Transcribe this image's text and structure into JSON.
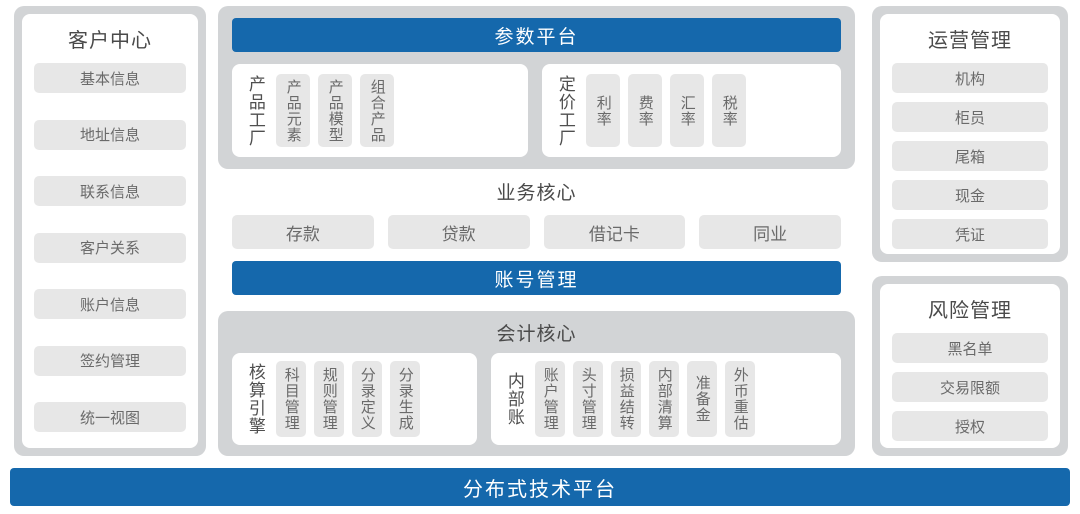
{
  "colors": {
    "accent_blue": "#1568ac",
    "shell_gray": "#d2d4d6",
    "chip_gray": "#e7e7e7",
    "text_gray": "#5c5c5c"
  },
  "left_panel": {
    "title": "客户中心",
    "items": [
      {
        "label": "基本信息"
      },
      {
        "label": "地址信息"
      },
      {
        "label": "联系信息"
      },
      {
        "label": "客户关系"
      },
      {
        "label": "账户信息"
      },
      {
        "label": "签约管理"
      },
      {
        "label": "统一视图"
      }
    ]
  },
  "param_platform": {
    "title": "参数平台",
    "groups": [
      {
        "label": "产品工厂",
        "items": [
          {
            "label": "产品元素"
          },
          {
            "label": "产品模型"
          },
          {
            "label": "组合产品"
          }
        ]
      },
      {
        "label": "定价工厂",
        "items": [
          {
            "label": "利率"
          },
          {
            "label": "费率"
          },
          {
            "label": "汇率"
          },
          {
            "label": "税率"
          }
        ]
      }
    ]
  },
  "business_core": {
    "title": "业务核心",
    "items": [
      {
        "label": "存款"
      },
      {
        "label": "贷款"
      },
      {
        "label": "借记卡"
      },
      {
        "label": "同业"
      }
    ],
    "account_bar": "账号管理"
  },
  "accounting_core": {
    "title": "会计核心",
    "groups": [
      {
        "label": "核算引擎",
        "items": [
          {
            "label": "科目管理"
          },
          {
            "label": "规则管理"
          },
          {
            "label": "分录定义"
          },
          {
            "label": "分录生成"
          }
        ]
      },
      {
        "label": "内部账",
        "items": [
          {
            "label": "账户管理"
          },
          {
            "label": "头寸管理"
          },
          {
            "label": "损益结转"
          },
          {
            "label": "内部清算"
          },
          {
            "label": "准备金"
          },
          {
            "label": "外币重估"
          }
        ]
      }
    ]
  },
  "operations_panel": {
    "title": "运营管理",
    "items": [
      {
        "label": "机构"
      },
      {
        "label": "柜员"
      },
      {
        "label": "尾箱"
      },
      {
        "label": "现金"
      },
      {
        "label": "凭证"
      }
    ]
  },
  "risk_panel": {
    "title": "风险管理",
    "items": [
      {
        "label": "黑名单"
      },
      {
        "label": "交易限额"
      },
      {
        "label": "授权"
      }
    ]
  },
  "footer": {
    "label": "分布式技术平台"
  }
}
